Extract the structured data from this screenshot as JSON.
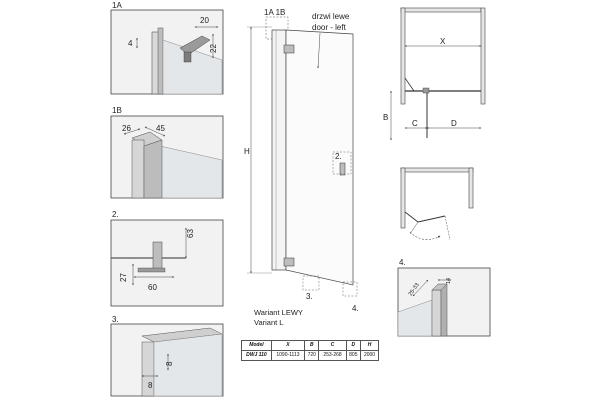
{
  "detail_labels": {
    "d1a": "1A",
    "d1b": "1B",
    "d2": "2.",
    "d3": "3.",
    "d4": "4."
  },
  "detail_1a": {
    "dim_top": "20",
    "dim_left": "4",
    "dim_right": "22"
  },
  "detail_1b": {
    "dim_a": "26",
    "dim_b": "45"
  },
  "detail_2": {
    "dim_h": "63",
    "dim_low": "27",
    "dim_w": "60"
  },
  "detail_3": {
    "dim_v": "8",
    "dim_h": "8"
  },
  "detail_4": {
    "dim_a": "25-33",
    "dim_b": "14"
  },
  "elevation": {
    "top_callout": "1A 1B",
    "door_label_pl": "drzwi lewe",
    "door_label_en": "door - left",
    "height_label": "H",
    "callout_2": "2.",
    "callout_3": "3.",
    "callout_4": "4."
  },
  "variant": {
    "line1": "Wariant LEWY",
    "line2": "Variant L"
  },
  "plan": {
    "x": "X",
    "b": "B",
    "c": "C",
    "d": "D"
  },
  "spec_table": {
    "headers": [
      "Model",
      "X",
      "B",
      "C",
      "D",
      "H"
    ],
    "row": [
      "DWJ 110",
      "1090-1113",
      "720",
      "253-268",
      "805",
      "2000"
    ]
  },
  "colors": {
    "line": "#333333",
    "dim": "#555555",
    "glass": "#cfd6d9",
    "frame": "#e6e6e6"
  }
}
